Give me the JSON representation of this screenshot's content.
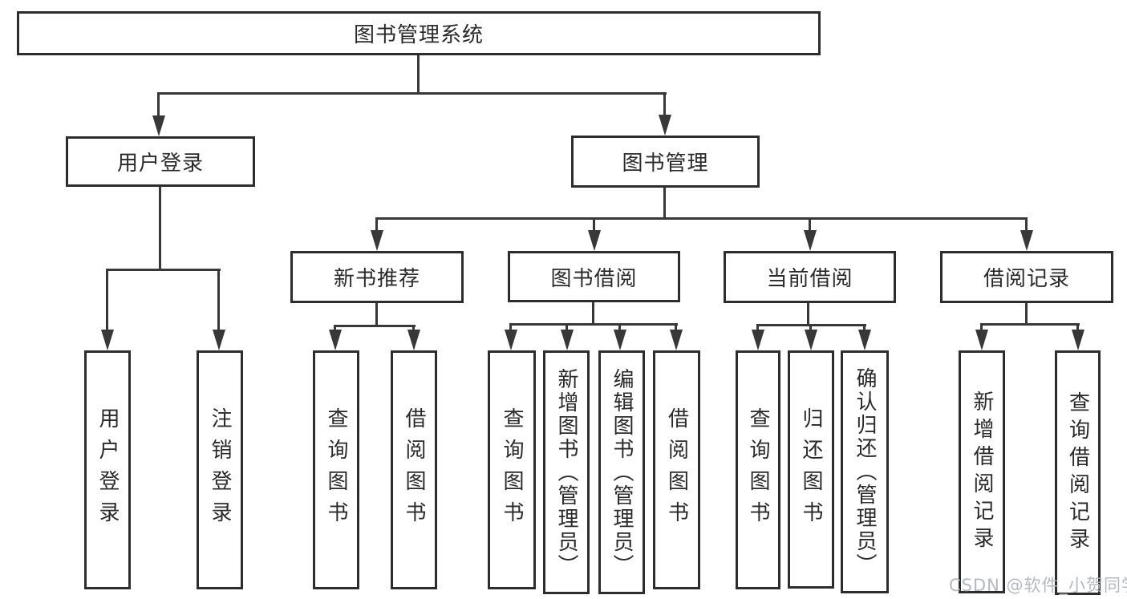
{
  "tree": {
    "label": "图书管理系统",
    "children": [
      {
        "label": "用户登录",
        "children": [
          {
            "label": "用户登录"
          },
          {
            "label": "注销登录"
          }
        ]
      },
      {
        "label": "图书管理",
        "children": [
          {
            "label": "新书推荐",
            "children": [
              {
                "label": "查询图书"
              },
              {
                "label": "借阅图书"
              }
            ]
          },
          {
            "label": "图书借阅",
            "children": [
              {
                "label": "查询图书"
              },
              {
                "label": "新增图书（管理员）"
              },
              {
                "label": "编辑图书（管理员）"
              },
              {
                "label": "借阅图书"
              }
            ]
          },
          {
            "label": "当前借阅",
            "children": [
              {
                "label": "查询图书"
              },
              {
                "label": "归还图书"
              },
              {
                "label": "确认归还（管理员）"
              }
            ]
          },
          {
            "label": "借阅记录",
            "children": [
              {
                "label": "新增借阅记录"
              },
              {
                "label": "查询借阅记录"
              }
            ]
          }
        ]
      }
    ]
  },
  "watermark": {
    "text": "CSDN @软件_小贺同学"
  },
  "colors": {
    "line": "#383838",
    "box_border": "#2d2d2d",
    "box_background": "#ffffff",
    "text": "#2a2a2a",
    "watermark": "#b4b9c1"
  }
}
